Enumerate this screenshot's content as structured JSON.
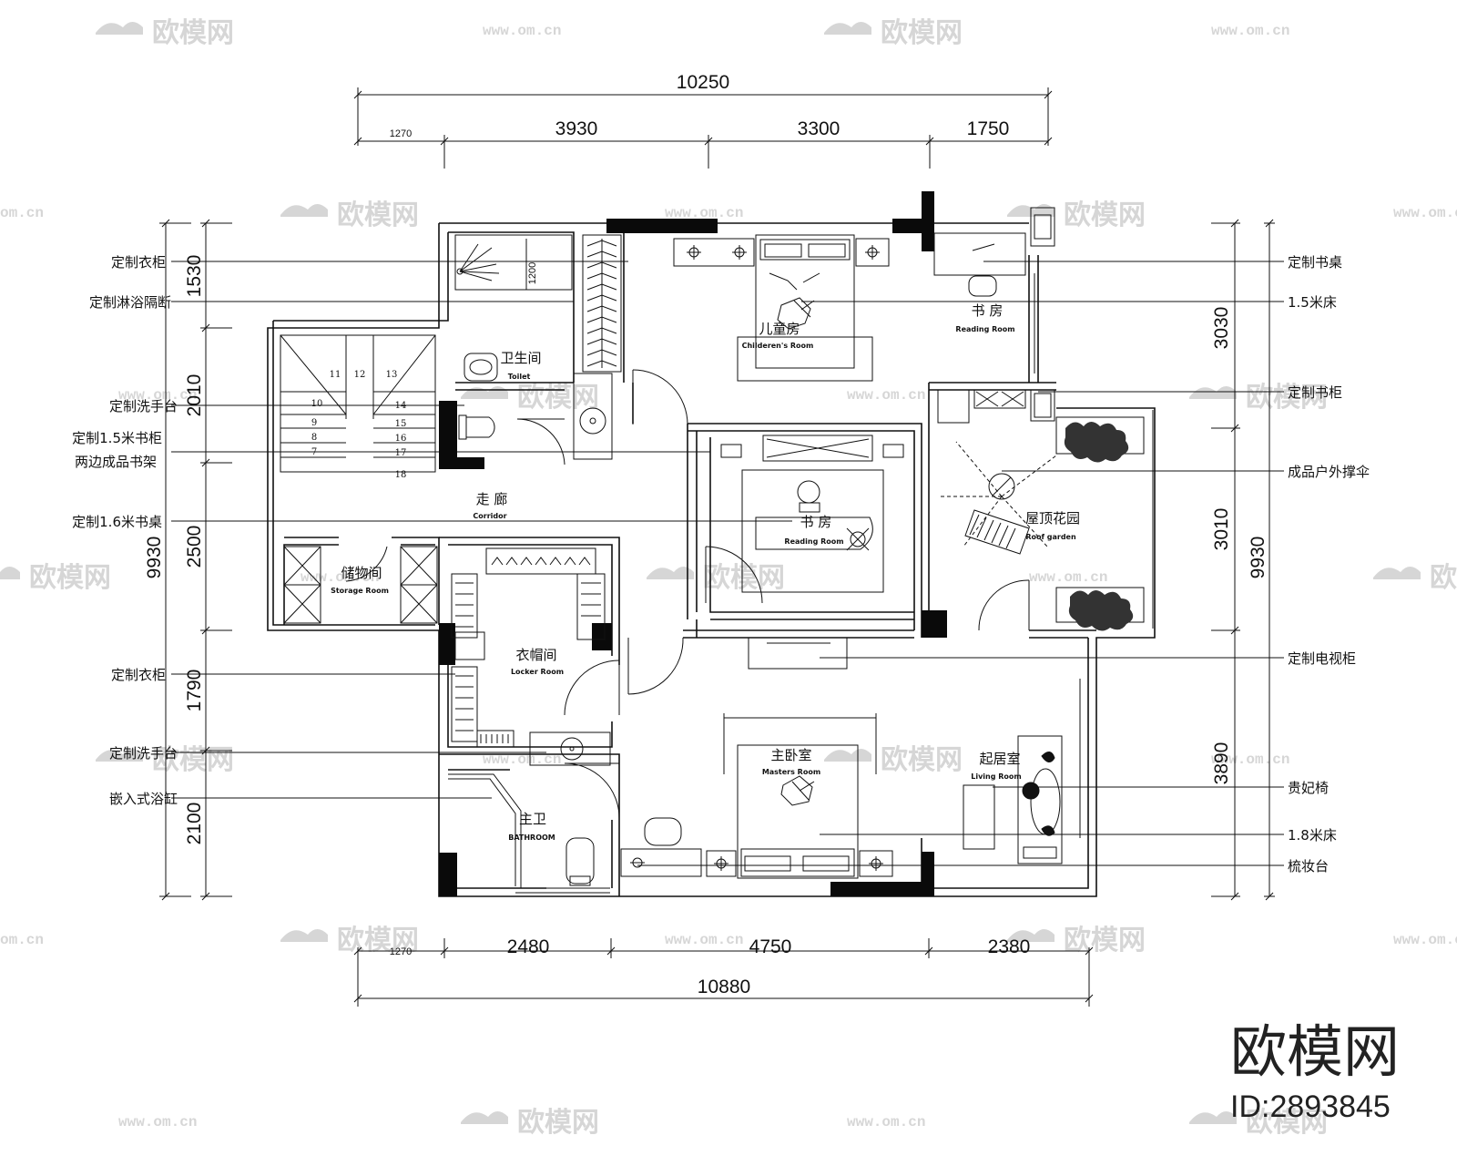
{
  "dimensions": {
    "top_total": "10250",
    "top_segments": [
      "1270",
      "3930",
      "3300",
      "1750"
    ],
    "bottom_total": "10880",
    "bottom_segments": [
      "1270",
      "2480",
      "4750",
      "2380"
    ],
    "left_total": "9930",
    "left_segments": [
      "1530",
      "2010",
      "2500",
      "1790",
      "2100"
    ],
    "right_total": "9930",
    "right_segments": [
      "3030",
      "3010",
      "3890"
    ],
    "shower_width": "1200"
  },
  "rooms": {
    "toilet": {
      "zh": "卫生间",
      "en": "Toilet"
    },
    "children": {
      "zh": "儿童房",
      "en": "Childeren's Room"
    },
    "study_small": {
      "zh": "书 房",
      "en": "Reading Room"
    },
    "corridor": {
      "zh": "走 廊",
      "en": "Corridor"
    },
    "study": {
      "zh": "书 房",
      "en": "Reading Room"
    },
    "roof_garden": {
      "zh": "屋顶花园",
      "en": "Roof garden"
    },
    "storage": {
      "zh": "储物间",
      "en": "Storage Room"
    },
    "locker": {
      "zh": "衣帽间",
      "en": "Locker Room"
    },
    "master": {
      "zh": "主卧室",
      "en": "Masters Room"
    },
    "living": {
      "zh": "起居室",
      "en": "Living Room"
    },
    "bathroom": {
      "zh": "主卫",
      "en": "BATHROOM"
    }
  },
  "left_annotations": [
    "定制衣柜",
    "定制淋浴隔断",
    "定制洗手台",
    "定制1.5米书柜",
    "两边成品书架",
    "定制1.6米书桌",
    "定制衣柜",
    "定制洗手台",
    "嵌入式浴缸"
  ],
  "right_annotations": [
    "定制书桌",
    "1.5米床",
    "定制书柜",
    "成品户外撑伞",
    "定制电视柜",
    "贵妃椅",
    "1.8米床",
    "梳妆台"
  ],
  "stair_numbers": [
    "11",
    "12",
    "13",
    "10",
    "14",
    "9",
    "15",
    "8",
    "16",
    "7",
    "17",
    "18"
  ],
  "watermark": {
    "logo_text": "欧模网",
    "url": "www.om.cn",
    "url_fragment": "om.cn"
  },
  "brand": {
    "name": "欧模网",
    "id": "ID:2893845"
  }
}
